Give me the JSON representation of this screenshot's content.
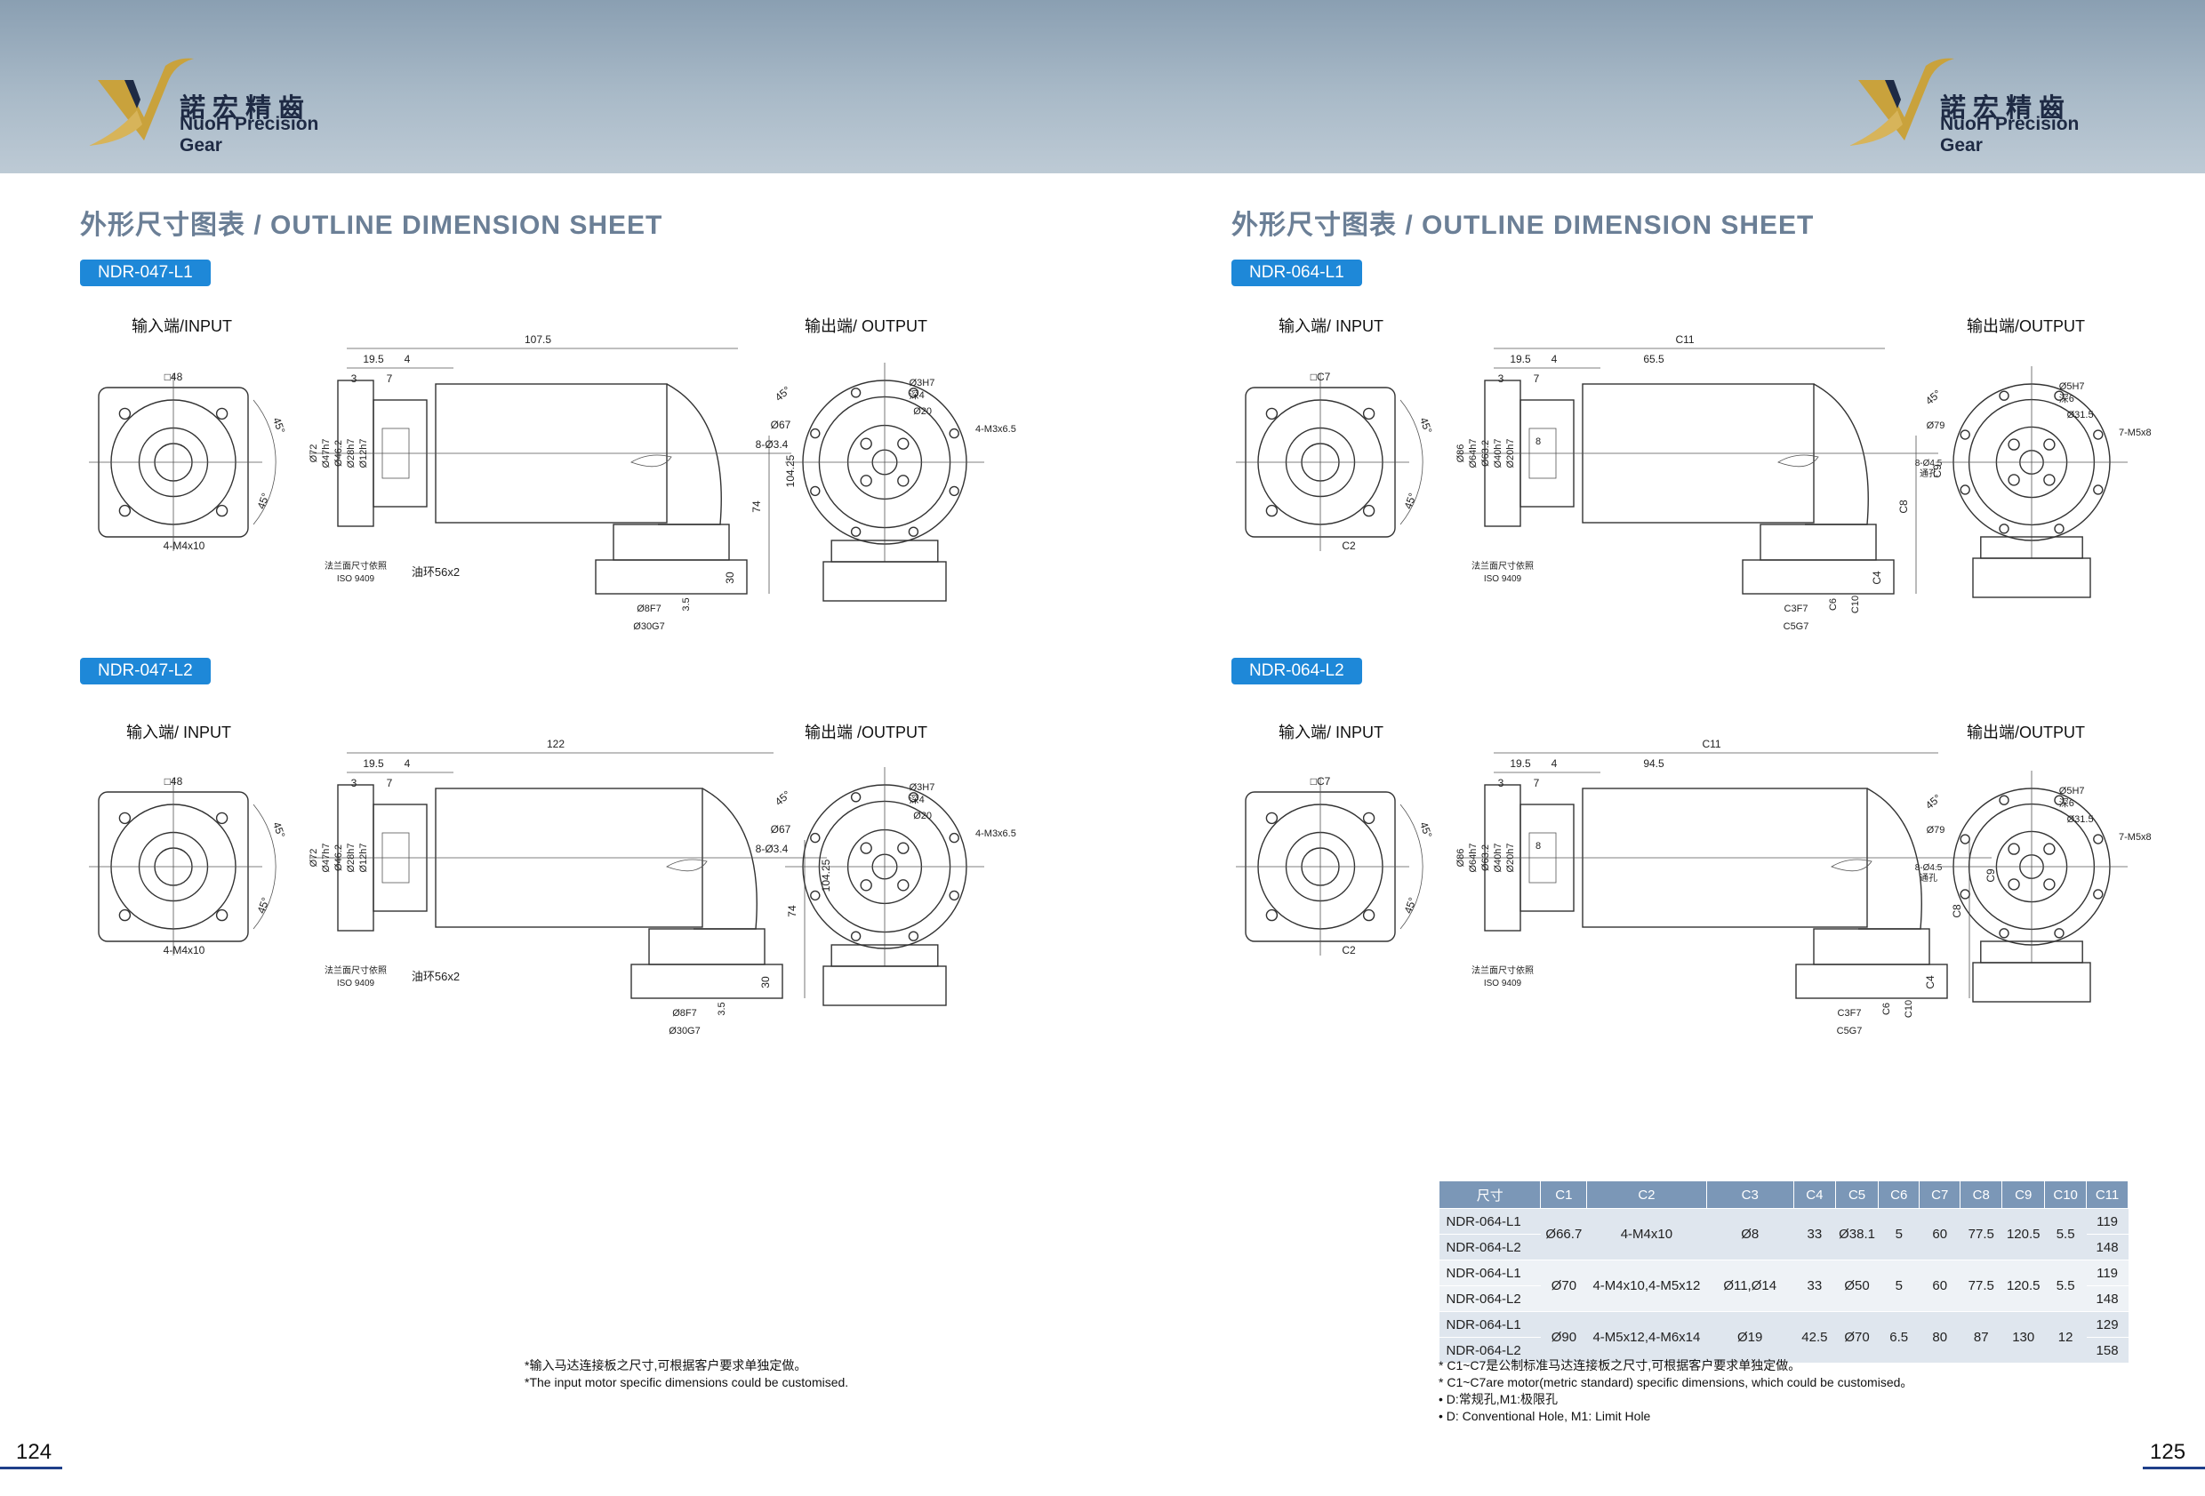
{
  "header": {
    "logo_cn": "諾宏精齒",
    "logo_en": "NuoH Precision Gear"
  },
  "left_page": {
    "title": "外形尺寸图表 / OUTLINE DIMENSION SHEET",
    "page_number": "124",
    "models": [
      {
        "tag": "NDR-047-L1",
        "input_label": "输入端/INPUT",
        "output_label": "输出端/ OUTPUT",
        "dims": {
          "len": "107.5",
          "d19": "19.5",
          "d4": "4",
          "d3": "3",
          "d7": "7",
          "sq": "□48",
          "d72": "Ø72",
          "d47": "Ø47h7",
          "d46": "Ø46.2",
          "d28": "Ø28h7",
          "d12": "Ø12h7",
          "h104": "104.25",
          "h74": "74",
          "h30": "30",
          "h35": "3.5",
          "d8": "Ø8F7",
          "d30": "Ø30G7",
          "m4": "4-M4x10",
          "iso1": "法兰面尺寸依照",
          "iso2": "ISO 9409",
          "oil": "油环56x2",
          "d67": "Ø67",
          "h34": "8-Ø3.4",
          "d3h": "Ø3H7",
          "deep": "深4",
          "d20": "Ø20",
          "m3": "4-M3x6.5",
          "a45": "45°"
        }
      },
      {
        "tag": "NDR-047-L2",
        "input_label": "输入端/ INPUT",
        "output_label": "输出端 /OUTPUT",
        "dims": {
          "len": "122",
          "d19": "19.5",
          "d4": "4",
          "d3": "3",
          "d7": "7",
          "sq": "□48",
          "d72": "Ø72",
          "d47": "Ø47h7",
          "d46": "Ø46.2",
          "d28": "Ø28h7",
          "d12": "Ø12h7",
          "h104": "104.25",
          "h74": "74",
          "h30": "30",
          "h35": "3.5",
          "d8": "Ø8F7",
          "d30": "Ø30G7",
          "m4": "4-M4x10",
          "iso1": "法兰面尺寸依照",
          "iso2": "ISO 9409",
          "oil": "油环56x2",
          "d67": "Ø67",
          "h34": "8-Ø3.4",
          "d3h": "Ø3H7",
          "deep": "深4",
          "d20": "Ø20",
          "m3": "4-M3x6.5",
          "a45": "45°"
        }
      }
    ],
    "note_cn": "*输入马达连接板之尺寸,可根据客户要求单独定做。",
    "note_en": "*The input motor specific dimensions could be customised."
  },
  "right_page": {
    "title": "外形尺寸图表 / OUTLINE DIMENSION SHEET",
    "page_number": "125",
    "models": [
      {
        "tag": "NDR-064-L1",
        "input_label": "输入端/ INPUT",
        "output_label": "输出端/OUTPUT",
        "dims": {
          "c11": "C11",
          "d19": "19.5",
          "d4": "4",
          "d655": "65.5",
          "d3": "3",
          "d7": "7",
          "c7": "□C7",
          "d86": "Ø86",
          "d64": "Ø64h7",
          "d63": "Ø63.2",
          "d40": "Ø40h7",
          "d20": "Ø20h7",
          "c9": "C9",
          "c8": "C8",
          "c4": "C4",
          "c3": "C3F7",
          "c6": "C6",
          "c10": "C10",
          "c5": "C5G7",
          "c2": "C2",
          "iso1": "法兰面尺寸依照",
          "iso2": "ISO 9409",
          "d5h": "Ø5H7",
          "deep": "深6",
          "d315": "Ø31.5",
          "m5": "7-M5x8",
          "d79": "Ø79",
          "h45": "8-Ø4.5",
          "thru": "通孔",
          "a45": "45°",
          "n8": "8"
        }
      },
      {
        "tag": "NDR-064-L2",
        "input_label": "输入端/ INPUT",
        "output_label": "输出端/OUTPUT",
        "dims": {
          "c11": "C11",
          "d19": "19.5",
          "d4": "4",
          "d655": "94.5",
          "d3": "3",
          "d7": "7",
          "c7": "□C7",
          "d86": "Ø86",
          "d64": "Ø64h7",
          "d63": "Ø63.2",
          "d40": "Ø40h7",
          "d20": "Ø20h7",
          "c9": "C9",
          "c8": "C8",
          "c4": "C4",
          "c3": "C3F7",
          "c6": "C6",
          "c10": "C10",
          "c5": "C5G7",
          "c2": "C2",
          "iso1": "法兰面尺寸依照",
          "iso2": "ISO 9409",
          "d5h": "Ø5H7",
          "deep": "深6",
          "d315": "Ø31.5",
          "m5": "7-M5x8",
          "d79": "Ø79",
          "h45": "8-Ø4.5",
          "thru": "通孔",
          "a45": "45°",
          "n8": "8"
        }
      }
    ],
    "table": {
      "headers": [
        "尺寸",
        "C1",
        "C2",
        "C3",
        "C4",
        "C5",
        "C6",
        "C7",
        "C8",
        "C9",
        "C10",
        "C11"
      ],
      "groups": [
        {
          "models": [
            "NDR-064-L1",
            "NDR-064-L2"
          ],
          "c1": "Ø66.7",
          "c2": "4-M4x10",
          "c3": "Ø8",
          "c4": "33",
          "c5": "Ø38.1",
          "c6": "5",
          "c7": "60",
          "c8": "77.5",
          "c9": "120.5",
          "c10": "5.5",
          "c11": [
            "119",
            "148"
          ]
        },
        {
          "models": [
            "NDR-064-L1",
            "NDR-064-L2"
          ],
          "c1": "Ø70",
          "c2": "4-M4x10,4-M5x12",
          "c3": "Ø11,Ø14",
          "c4": "33",
          "c5": "Ø50",
          "c6": "5",
          "c7": "60",
          "c8": "77.5",
          "c9": "120.5",
          "c10": "5.5",
          "c11": [
            "119",
            "148"
          ]
        },
        {
          "models": [
            "NDR-064-L1",
            "NDR-064-L2"
          ],
          "c1": "Ø90",
          "c2": "4-M5x12,4-M6x14",
          "c3": "Ø19",
          "c4": "42.5",
          "c5": "Ø70",
          "c6": "6.5",
          "c7": "80",
          "c8": "87",
          "c9": "130",
          "c10": "12",
          "c11": [
            "129",
            "158"
          ]
        }
      ]
    },
    "notes": [
      "* C1~C7是公制标准马达连接板之尺寸,可根据客户要求单独定做。",
      "* C1~C7are motor(metric standard)  specific dimensions, which could be customised。",
      "• D:常规孔,M1:极限孔",
      "• D: Conventional Hole, M1: Limit Hole"
    ]
  },
  "colors": {
    "accent": "#1e88d8",
    "title_gray": "#6b7f96",
    "header_bg": "#a9bac8",
    "table_head": "#7b97b7",
    "page_line": "#1e3f8a",
    "logo_gold": "#c9a23c"
  }
}
